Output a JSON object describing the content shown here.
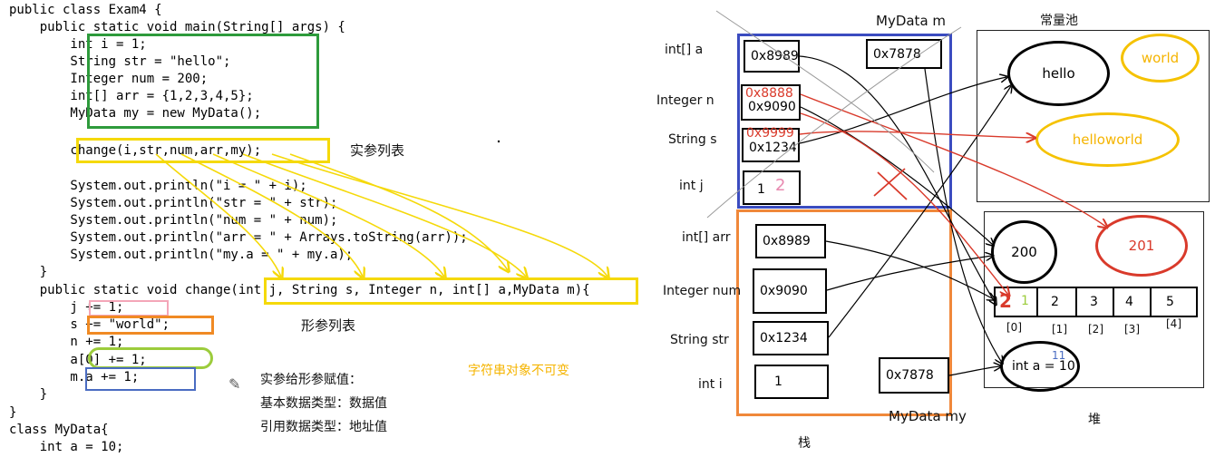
{
  "code": {
    "lines": [
      "public class Exam4 {",
      "    public static void main(String[] args) {",
      "        int i = 1;",
      "        String str = \"hello\";",
      "        Integer num = 200;",
      "        int[] arr = {1,2,3,4,5};",
      "        MyData my = new MyData();",
      "",
      "        change(i,str,num,arr,my);",
      "",
      "        System.out.println(\"i = \" + i);",
      "        System.out.println(\"str = \" + str);",
      "        System.out.println(\"num = \" + num);",
      "        System.out.println(\"arr = \" + Arrays.toString(arr));",
      "        System.out.println(\"my.a = \" + my.a);",
      "    }",
      "    public static void change(int j, String s, Integer n, int[] a,MyData m){",
      "        j += 1;",
      "        s += \"world\";",
      "        n += 1;",
      "        a[0] += 1;",
      "        m.a += 1;",
      "    }",
      "}",
      "class MyData{",
      "    int a = 10;"
    ]
  },
  "annotations": {
    "actual_params": "实参列表",
    "formal_params": "形参列表",
    "immutable": "字符串对象不可变",
    "assign_title": "实参给形参赋值：",
    "assign_primitive": "基本数据类型：数据值",
    "assign_reference": "引用数据类型：地址值"
  },
  "diagram": {
    "mydata_m_label": "MyData m",
    "constant_pool_label": "常量池",
    "stack_label": "栈",
    "heap_label": "堆",
    "mydata_my_label": "MyData my",
    "change_frame": [
      {
        "label": "int[]  a",
        "value": "0x8989"
      },
      {
        "label": "Integer n",
        "value": "0x9090",
        "overwrite": "0x8888"
      },
      {
        "label": "String  s",
        "value": "0x1234",
        "overwrite": "0x9999"
      },
      {
        "label": "int  j",
        "value": "1",
        "overwrite": "2"
      }
    ],
    "m_value": "0x7878",
    "main_frame": [
      {
        "label": "int[]    arr",
        "value": "0x8989"
      },
      {
        "label": "Integer num",
        "value": "0x9090"
      },
      {
        "label": "String str",
        "value": "0x1234"
      },
      {
        "label": "int  i",
        "value": "1"
      }
    ],
    "my_value": "0x7878",
    "pool": {
      "hello": "hello",
      "world": "world",
      "helloworld": "helloworld"
    },
    "heap": {
      "integer_200": "200",
      "integer_201": "201",
      "array": [
        "1",
        "2",
        "3",
        "4",
        "5"
      ],
      "array_first_new": "2",
      "indices": [
        "[0]",
        "[1]",
        "[2]",
        "[3]",
        "[4]"
      ],
      "object": "int a = 10",
      "object_new": "11"
    }
  },
  "colors": {
    "green": "#2e9b3c",
    "yellow": "#f5d90a",
    "pink": "#f4a6b8",
    "orange": "#f08a24",
    "blue": "#4a6cc2",
    "lime": "#9ccc3c",
    "stack_blue": "#3b4cc0",
    "stack_orange": "#f0883a",
    "red": "#d93a2b",
    "keyword": "#7f0055",
    "string": "#2a00ff"
  }
}
